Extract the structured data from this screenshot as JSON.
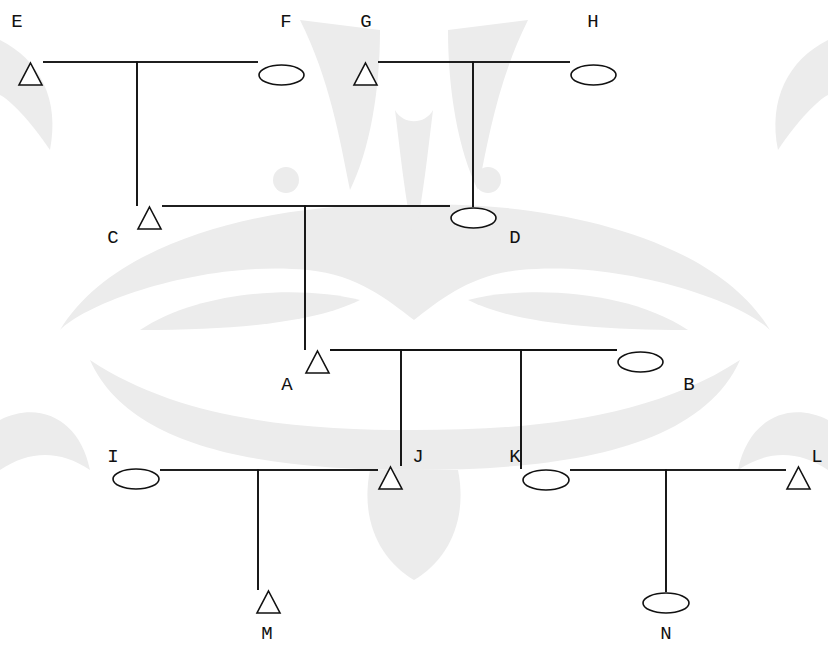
{
  "diagram": {
    "nodes": [
      {
        "text": [
          "E"
        ]
      },
      {
        "text": [
          "F"
        ]
      },
      {
        "text": [
          "G"
        ]
      },
      {
        "text": [
          "H"
        ]
      },
      {
        "text": [
          "C"
        ]
      },
      {
        "text": [
          "D"
        ]
      },
      {
        "text": [
          "A"
        ]
      },
      {
        "text": [
          "B"
        ]
      },
      {
        "text": [
          "I"
        ]
      },
      {
        "text": [
          "J"
        ]
      },
      {
        "text": [
          "K"
        ]
      },
      {
        "text": [
          "L"
        ]
      },
      {
        "text": [
          "M"
        ]
      },
      {
        "text": [
          "N"
        ]
      }
    ],
    "edges": [
      {
        "from": 0,
        "to": 1,
        "arrow": "none"
      },
      {
        "from": 0,
        "to": 4,
        "arrow": "none"
      },
      {
        "from": 1,
        "to": 4,
        "arrow": "none"
      },
      {
        "from": 2,
        "to": 3,
        "arrow": "none"
      },
      {
        "from": 2,
        "to": 5,
        "arrow": "none"
      },
      {
        "from": 3,
        "to": 5,
        "arrow": "none"
      },
      {
        "from": 4,
        "to": 5,
        "arrow": "none"
      },
      {
        "from": 4,
        "to": 6,
        "arrow": "none"
      },
      {
        "from": 5,
        "to": 6,
        "arrow": "none"
      },
      {
        "from": 6,
        "to": 7,
        "arrow": "none"
      },
      {
        "from": 6,
        "to": 9,
        "arrow": "none"
      },
      {
        "from": 7,
        "to": 9,
        "arrow": "none"
      },
      {
        "from": 6,
        "to": 10,
        "arrow": "none"
      },
      {
        "from": 7,
        "to": 10,
        "arrow": "none"
      },
      {
        "from": 8,
        "to": 9,
        "arrow": "none"
      },
      {
        "from": 8,
        "to": 12,
        "arrow": "none"
      },
      {
        "from": 9,
        "to": 12,
        "arrow": "none"
      },
      {
        "from": 10,
        "to": 11,
        "arrow": "none"
      },
      {
        "from": 10,
        "to": 13,
        "arrow": "none"
      },
      {
        "from": 11,
        "to": 13,
        "arrow": "none"
      }
    ]
  }
}
